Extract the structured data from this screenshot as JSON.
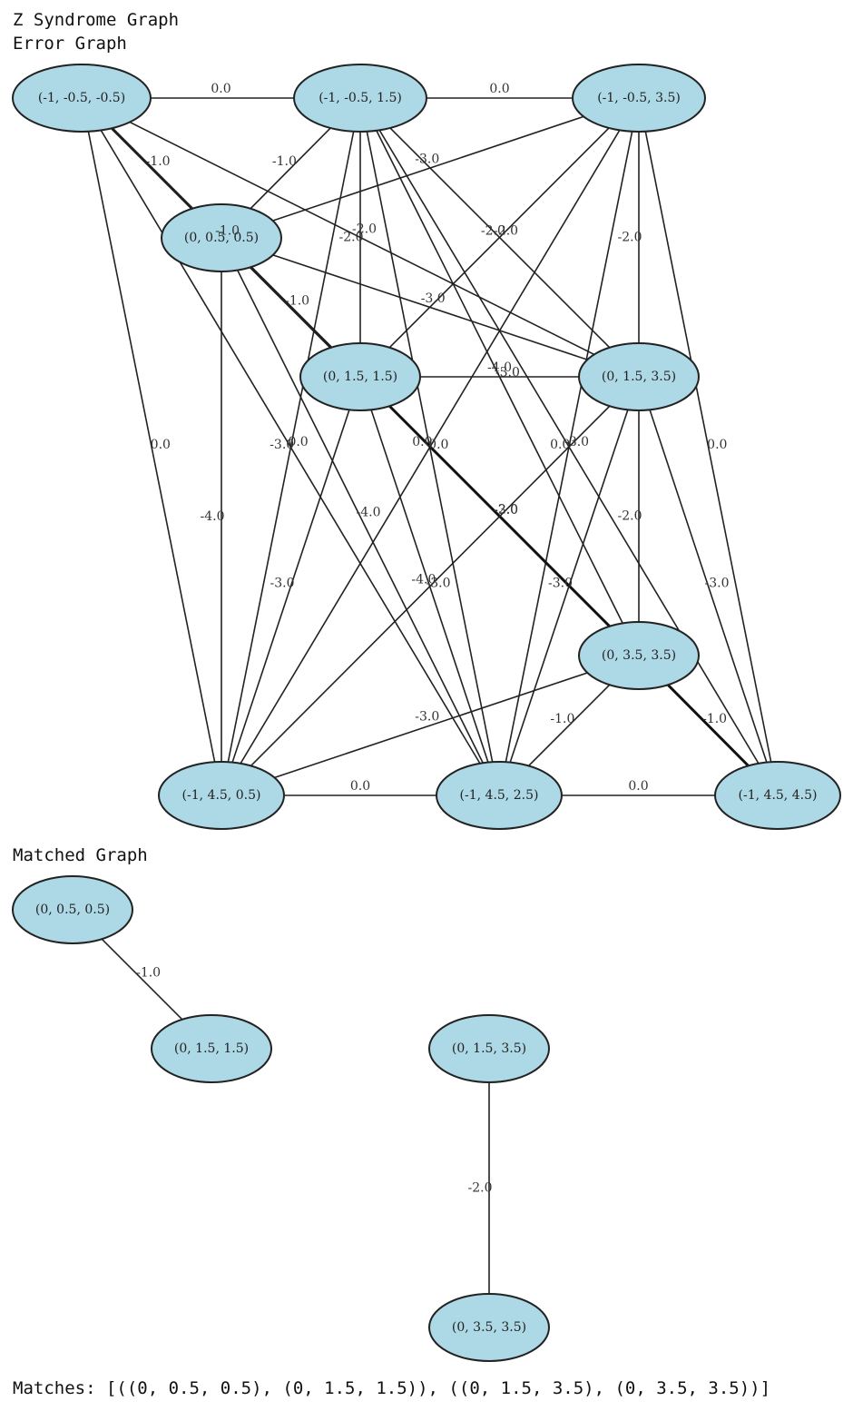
{
  "header": {
    "title": "Z Syndrome Graph",
    "error_graph_title": "Error Graph",
    "matched_graph_title": "Matched Graph"
  },
  "colors": {
    "node_fill": "#add8e6",
    "node_stroke": "#222222"
  },
  "error_graph": {
    "nodes": [
      {
        "id": "a",
        "label": "(-1, -0.5, -0.5)"
      },
      {
        "id": "b",
        "label": "(-1, -0.5, 1.5)"
      },
      {
        "id": "c",
        "label": "(-1, -0.5, 3.5)"
      },
      {
        "id": "d",
        "label": "(0, 0.5, 0.5)"
      },
      {
        "id": "e",
        "label": "(0, 1.5, 1.5)"
      },
      {
        "id": "f",
        "label": "(0, 1.5, 3.5)"
      },
      {
        "id": "g",
        "label": "(0, 3.5, 3.5)"
      },
      {
        "id": "h",
        "label": "(-1, 4.5, 0.5)"
      },
      {
        "id": "i",
        "label": "(-1, 4.5, 2.5)"
      },
      {
        "id": "j",
        "label": "(-1, 4.5, 4.5)"
      }
    ],
    "edges": [
      {
        "from": "a",
        "to": "b",
        "weight": "0.0"
      },
      {
        "from": "b",
        "to": "c",
        "weight": "0.0"
      },
      {
        "from": "h",
        "to": "i",
        "weight": "0.0"
      },
      {
        "from": "i",
        "to": "j",
        "weight": "0.0"
      },
      {
        "from": "a",
        "to": "e",
        "weight": "-1.0",
        "bold": true
      },
      {
        "from": "a",
        "to": "d",
        "weight": "-1.0"
      },
      {
        "from": "b",
        "to": "d",
        "weight": "-1.0"
      },
      {
        "from": "a",
        "to": "f",
        "weight": "-2.0"
      },
      {
        "from": "a",
        "to": "h",
        "weight": "0.0"
      },
      {
        "from": "a",
        "to": "i",
        "weight": "0.0"
      },
      {
        "from": "b",
        "to": "e",
        "weight": "-2.0"
      },
      {
        "from": "b",
        "to": "f",
        "weight": "-2.0"
      },
      {
        "from": "b",
        "to": "g",
        "weight": "-3.0"
      },
      {
        "from": "b",
        "to": "h",
        "weight": "-3.0"
      },
      {
        "from": "b",
        "to": "i",
        "weight": "0.0"
      },
      {
        "from": "b",
        "to": "j",
        "weight": "-3.0"
      },
      {
        "from": "c",
        "to": "d",
        "weight": "-3.0"
      },
      {
        "from": "c",
        "to": "e",
        "weight": "-2.0"
      },
      {
        "from": "c",
        "to": "f",
        "weight": "-2.0"
      },
      {
        "from": "c",
        "to": "h",
        "weight": "0.0"
      },
      {
        "from": "c",
        "to": "i",
        "weight": "0.0"
      },
      {
        "from": "c",
        "to": "j",
        "weight": "0.0"
      },
      {
        "from": "d",
        "to": "e",
        "weight": "-1.0",
        "bold": true
      },
      {
        "from": "d",
        "to": "f",
        "weight": "-3.0"
      },
      {
        "from": "d",
        "to": "h",
        "weight": "-4.0"
      },
      {
        "from": "d",
        "to": "i",
        "weight": "-4.0"
      },
      {
        "from": "d",
        "to": "j",
        "weight": "-3.0"
      },
      {
        "from": "e",
        "to": "f",
        "weight": "-4.0"
      },
      {
        "from": "e",
        "to": "g",
        "weight": "-2.0",
        "bold": true
      },
      {
        "from": "e",
        "to": "h",
        "weight": "-3.0"
      },
      {
        "from": "e",
        "to": "i",
        "weight": "-3.0"
      },
      {
        "from": "f",
        "to": "g",
        "weight": "-2.0"
      },
      {
        "from": "f",
        "to": "h",
        "weight": "-4.0"
      },
      {
        "from": "f",
        "to": "i",
        "weight": "-3.0"
      },
      {
        "from": "f",
        "to": "j",
        "weight": "-3.0"
      },
      {
        "from": "g",
        "to": "h",
        "weight": "-3.0"
      },
      {
        "from": "g",
        "to": "i",
        "weight": "-1.0"
      },
      {
        "from": "g",
        "to": "j",
        "weight": "-1.0",
        "bold": true
      }
    ]
  },
  "matched_graph": {
    "nodes": [
      {
        "id": "m1",
        "label": "(0, 0.5, 0.5)"
      },
      {
        "id": "m2",
        "label": "(0, 1.5, 1.5)"
      },
      {
        "id": "m3",
        "label": "(0, 1.5, 3.5)"
      },
      {
        "id": "m4",
        "label": "(0, 3.5, 3.5)"
      }
    ],
    "edges": [
      {
        "from": "m1",
        "to": "m2",
        "weight": "-1.0"
      },
      {
        "from": "m3",
        "to": "m4",
        "weight": "-2.0"
      }
    ]
  },
  "footer": {
    "matches_text": "Matches: [((0, 0.5, 0.5), (0, 1.5, 1.5)), ((0, 1.5, 3.5), (0, 3.5, 3.5))]"
  }
}
